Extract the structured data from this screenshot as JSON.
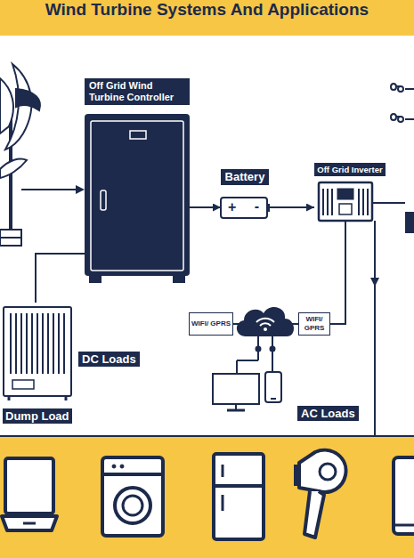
{
  "diagram": {
    "title": "Wind Turbine Systems And Applications",
    "nodes": [
      {
        "text": [
          "Off Grid Wind Turbine Controller"
        ]
      },
      {
        "text": [
          "Battery",
          "+",
          "-"
        ]
      },
      {
        "text": [
          "Off Grid Inverter"
        ]
      },
      {
        "text": [
          "Dump Load"
        ]
      },
      {
        "text": [
          "WIFI/ GPRS"
        ]
      },
      {
        "text": [
          "WIFI/ GPRS"
        ]
      }
    ],
    "edges": [
      {
        "from": 0,
        "to": 1,
        "arrow": "to"
      },
      {
        "from": 1,
        "to": 2,
        "arrow": "to"
      },
      {
        "from": 0,
        "to": 3,
        "arrow": "none"
      },
      {
        "from": 2,
        "to": 5,
        "arrow": "none"
      },
      {
        "from": 4,
        "to": 5,
        "arrow": "none"
      }
    ],
    "labels": [
      "DC Loads",
      "AC Loads"
    ]
  }
}
